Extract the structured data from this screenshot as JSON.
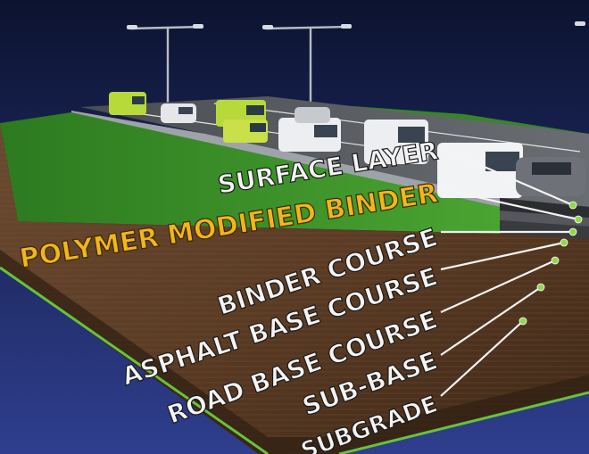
{
  "labels": [
    {
      "key": "surface",
      "text": "SURFACE LAYER"
    },
    {
      "key": "pmb",
      "text": "POLYMER MODIFIED BINDER"
    },
    {
      "key": "binder",
      "text": "BINDER COURSE"
    },
    {
      "key": "asphalt_base",
      "text": "ASPHALT BASE COURSE"
    },
    {
      "key": "road_base",
      "text": "ROAD BASE COURSE"
    },
    {
      "key": "sub_base",
      "text": "SUB-BASE"
    },
    {
      "key": "subgrade",
      "text": "SUBGRADE"
    }
  ],
  "colors": {
    "sky_top": "#0c1330",
    "sky_bottom": "#2f3e8e",
    "grass": "#3f8f2a",
    "soil": "#6e4a2f",
    "label_white": "#f4f4f4",
    "label_highlight": "#f2b51a",
    "leader_dot": "#8fd94a",
    "edge_green": "#67c23a"
  }
}
